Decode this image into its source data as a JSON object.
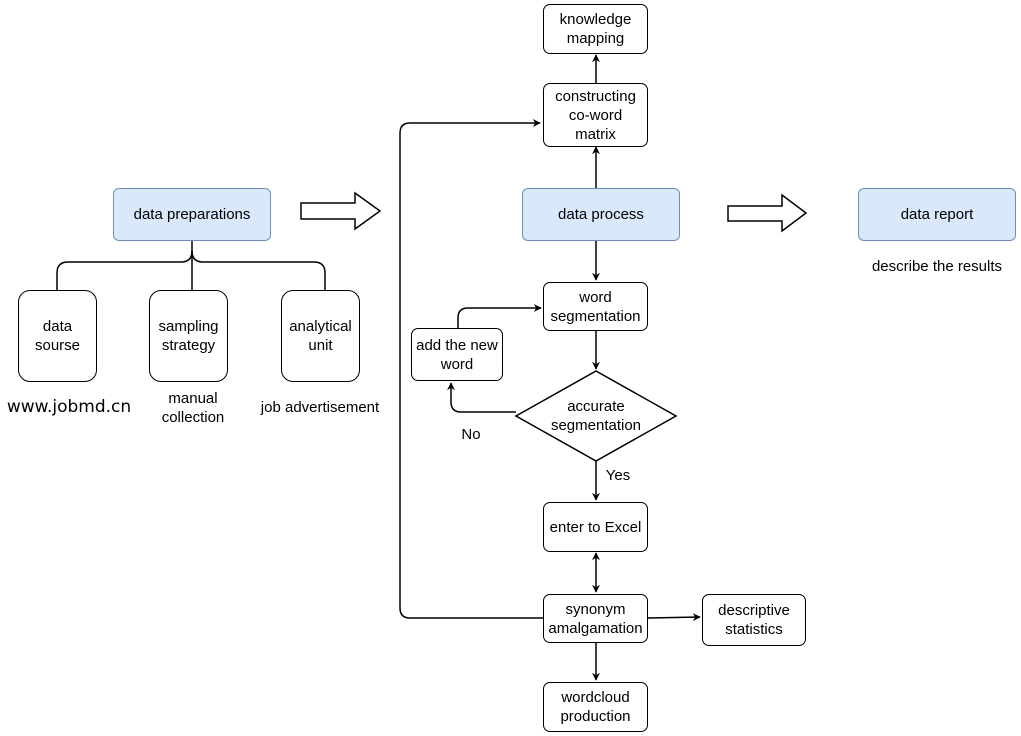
{
  "left": {
    "header": "data preparations",
    "boxes": [
      {
        "label": "data\nsourse",
        "note": "www.jobmd.cn"
      },
      {
        "label": "sampling\nstrategy",
        "note": "manual\ncollection"
      },
      {
        "label": "analytical\nunit",
        "note": "job advertisement"
      }
    ]
  },
  "center": {
    "header": "data process",
    "knowledge_mapping": "knowledge\nmapping",
    "co_word_matrix": "constructing\nco-word\nmatrix",
    "word_segmentation": "word\nsegmentation",
    "add_new_word": "add the new\nword",
    "decision": "accurate\nsegmentation",
    "no_label": "No",
    "yes_label": "Yes",
    "excel": "enter to Excel",
    "synonym": "synonym\namalgamation",
    "descriptive": "descriptive\nstatistics",
    "wordcloud": "wordcloud\nproduction"
  },
  "right": {
    "header": "data report",
    "note": "describe the results"
  },
  "colors": {
    "header_fill": "#dae8fc",
    "header_stroke": "#6c8ebf",
    "line": "#000000"
  }
}
